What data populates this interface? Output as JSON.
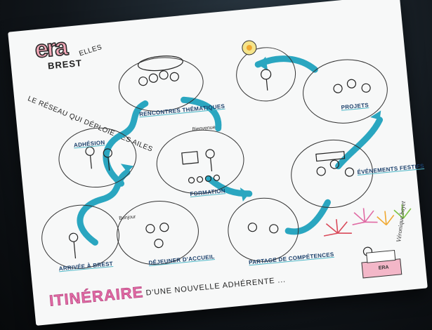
{
  "logo": {
    "text": "era",
    "sub": "BREST"
  },
  "tagline": {
    "part1": "LE RÉSEAU QUI DÉPLOIE SES AILES",
    "part2": "ELLES"
  },
  "stages": [
    {
      "label": "RENCONTRES THÉMATIQUES"
    },
    {
      "label": "ADHÉSION"
    },
    {
      "label": "FORMATION"
    },
    {
      "label": "ARRIVÉE À BREST"
    },
    {
      "label": "DÉJEUNER D'ACCUEIL"
    },
    {
      "label": "PARTAGE DE COMPÉTENCES"
    },
    {
      "label": "PROJETS"
    },
    {
      "label": "ÉVÉNEMENTS FESTIFS"
    }
  ],
  "bubbles": {
    "welcome": "Bienvenue",
    "bonjour": "Bonjour"
  },
  "title": {
    "main": "ITINÉRAIRE",
    "sub": "D'UNE NOUVELLE ADHÉRENTE ..."
  },
  "signature": "Véronique.bayet",
  "cake_label": "ERA",
  "colors": {
    "accent": "#2aa6c0",
    "title": "#e06aa4",
    "logo": "#f4a9b9",
    "board": "#f7f8f8"
  }
}
